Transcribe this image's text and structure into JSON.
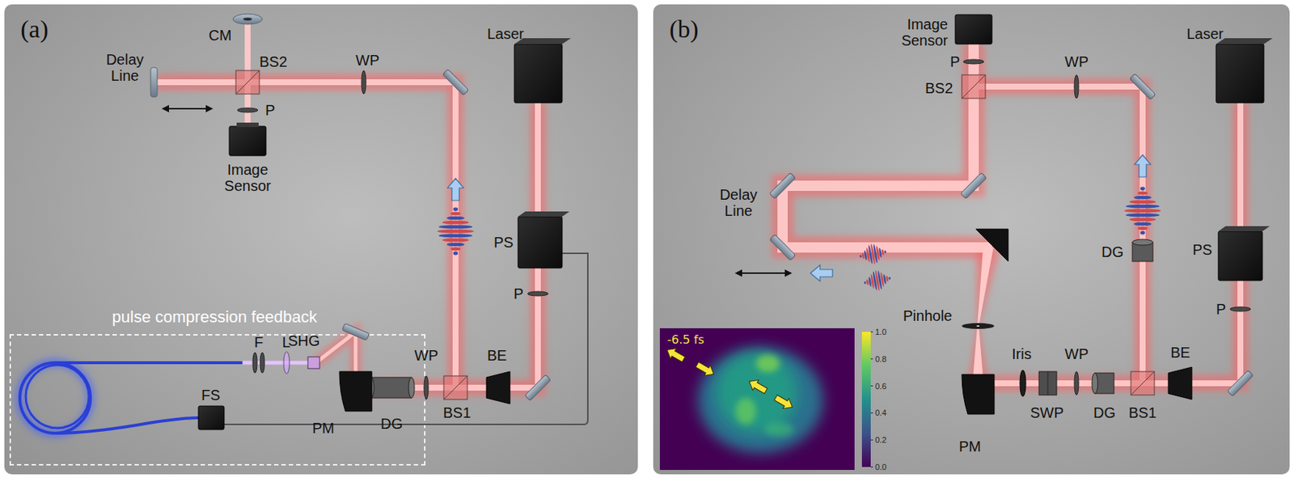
{
  "diagram": {
    "nodes": [
      {
        "text": [
          "(a)"
        ]
      },
      {
        "text": [
          "pulse compression feedback"
        ],
        "in": 0
      },
      {
        "text": [
          "(b)"
        ]
      },
      {
        "text": [
          "-6.5 fs"
        ],
        "in": 2
      }
    ],
    "labels": [
      "CM",
      "Delay Line",
      "BS2",
      "WP",
      "Laser",
      "P",
      "Image Sensor",
      "PS",
      "P",
      "BE",
      "WP",
      "BS1",
      "F",
      "L",
      "SHG",
      "FS",
      "PM",
      "DG",
      "Image Sensor",
      "P",
      "WP",
      "Laser",
      "BS2",
      "PS",
      "DG",
      "Delay Line",
      "Pinhole",
      "P",
      "Iris",
      "WP",
      "BE",
      "SWP",
      "DG",
      "BS1",
      "PM",
      "1.0",
      "0.8",
      "0.6",
      "0.4",
      "0.2",
      "0.0"
    ]
  }
}
